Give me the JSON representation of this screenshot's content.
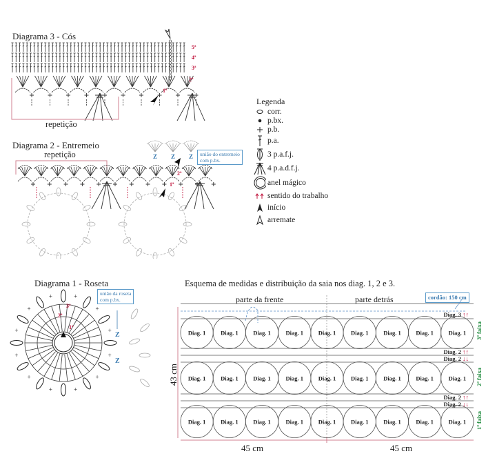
{
  "diagram3": {
    "title": "Diagrama 3 - Cós",
    "repeat_label": "repetição",
    "row_labels": [
      "5ª",
      "4ª",
      "3ª",
      "2ª",
      "1ª"
    ]
  },
  "diagram2": {
    "title": "Diagrama 2 - Entremeio",
    "repeat_label": "repetição",
    "note": [
      "união do entremeio",
      "com p.bx."
    ],
    "row_labels": [
      "2ª",
      "1ª"
    ]
  },
  "diagram1": {
    "title": "Diagrama 1 - Roseta",
    "note": [
      "união da roseta",
      "com p.bx."
    ],
    "row_labels": [
      "3ª",
      "2ª",
      "1ª"
    ]
  },
  "legend": {
    "title": "Legenda",
    "items": [
      {
        "icon": "chain-oval-icon",
        "label": "corr."
      },
      {
        "icon": "slip-stitch-dot-icon",
        "label": "p.bx."
      },
      {
        "icon": "single-crochet-plus-icon",
        "label": "p.b."
      },
      {
        "icon": "double-crochet-icon",
        "label": "p.a."
      },
      {
        "icon": "cluster-3-icon",
        "label": "3 p.a.f.j."
      },
      {
        "icon": "cluster-4-icon",
        "label": "4 p.a.d.f.j."
      },
      {
        "icon": "magic-ring-icon",
        "label": "anel mágico"
      },
      {
        "icon": "direction-arrows-icon",
        "label": "sentido do trabalho"
      },
      {
        "icon": "start-arrowhead-icon",
        "label": "início"
      },
      {
        "icon": "finish-arrowhead-icon",
        "label": "arremate"
      }
    ]
  },
  "scheme": {
    "title": "Esquema de medidas e distribuição da saia nos diag. 1, 2 e 3.",
    "front_label": "parte da frente",
    "back_label": "parte detrás",
    "cord_label": "cordão: 150 cm",
    "height_label": "43 cm",
    "width_labels": [
      "45 cm",
      "45 cm"
    ],
    "rosette_label": "Diag. 1",
    "rosettes_per_band": 9,
    "band_rows": [
      {
        "label": "Diag. 3",
        "arrows": "↑↑"
      },
      {
        "band": "3ª faixa"
      },
      {
        "label": "Diag. 2",
        "arrows": "↑↑"
      },
      {
        "label": "Diag. 2",
        "arrows": "↓↓"
      },
      {
        "band": "2ª faixa"
      },
      {
        "label": "Diag. 2",
        "arrows": "↑↑"
      },
      {
        "label": "Diag. 2",
        "arrows": "↓↓"
      },
      {
        "band": "1ª faixa"
      }
    ],
    "bands": [
      "3ª faixa",
      "2ª faixa",
      "1ª faixa"
    ],
    "stripes": [
      {
        "label": "Diag. 3",
        "arrows": "↑↑"
      },
      {
        "label": "Diag. 2",
        "arrows": "↑↑"
      },
      {
        "label": "Diag. 2",
        "arrows": "↓↓"
      },
      {
        "label": "Diag. 2",
        "arrows": "↑↑"
      },
      {
        "label": "Diag. 2",
        "arrows": "↓↓"
      }
    ]
  },
  "colors": {
    "red_accent": "#c0143c",
    "bracket": "#d08090",
    "note_blue": "#3b7bb0",
    "band_green": "#1d8a3b"
  }
}
